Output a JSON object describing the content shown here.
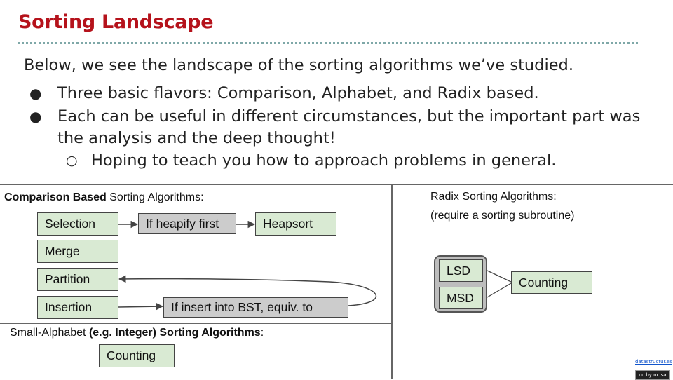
{
  "slide": {
    "title": "Sorting Landscape",
    "intro": "Below, we see the landscape of the sorting algorithms we’ve studied.",
    "bullets": [
      "Three basic flavors: Comparison, Alphabet, and Radix based.",
      "Each can be useful in different circumstances, but the important part was",
      "the analysis and the deep thought!"
    ],
    "sub_bullet": "Hoping to teach you how to approach problems in general.",
    "bullet_markers": {
      "primary": "●",
      "secondary": "○"
    }
  },
  "comparison": {
    "label_bold": "Comparison Based",
    "label_rest": " Sorting Algorithms:",
    "selection": "Selection",
    "heapify": "If heapify first",
    "heapsort": "Heapsort",
    "merge": "Merge",
    "partition": "Partition",
    "insertion": "Insertion",
    "bst": "If insert into BST, equiv. to"
  },
  "small_alphabet": {
    "label_prefix": "Small-Alphabet ",
    "label_bold": "(e.g. Integer) Sorting Algorithms",
    "label_suffix": ":",
    "counting": "Counting"
  },
  "radix": {
    "label": "Radix Sorting Algorithms:",
    "sublabel": "(require a sorting subroutine)",
    "lsd": "LSD",
    "msd": "MSD",
    "counting": "Counting"
  },
  "footer": {
    "link": "datastructur.es",
    "license_text": "cc by nc sa"
  },
  "colors": {
    "title": "#b5121b",
    "green_box": "#d9ead3",
    "gray_box": "#cccccc",
    "rule": "#7fa8a8"
  }
}
